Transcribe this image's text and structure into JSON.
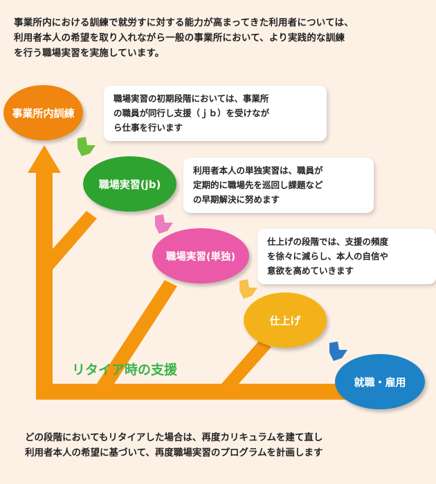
{
  "intro": {
    "lines": [
      "事業所内における訓練で就労すに対する能力が高まってきた利用者については、",
      "利用者本人の希望を取り入れながら一般の事業所において、より実践的な訓練",
      "を行う職場実習を実施しています。"
    ]
  },
  "stages": {
    "s1": "事業所内訓練",
    "s2": "職場実習(jb)",
    "s3": "職場実習(単独)",
    "s4": "仕上げ",
    "s5": "就職・雇用"
  },
  "bubbles": {
    "b1": [
      "職場実習の初期段階においては、事業所",
      "の職員が同行し支援（ｊｂ）を受けなが",
      "ら仕事を行います"
    ],
    "b2": [
      "利用者本人の単独実習は、職員が",
      "定期的に職場先を巡回し課題など",
      "の早期解決に努めます"
    ],
    "b3": [
      "仕上げの段階では、支援の頻度",
      "を徐々に減らし、本人の自信や",
      "意欲を高めていきます"
    ]
  },
  "retire_label": "リタイア時の支援",
  "footer": {
    "lines": [
      "どの段階においてもリタイアした場合は、再度カリキュラムを建て直し",
      "利用者本人の希望に基づいて、再度職場実習のプログラムを計画します"
    ]
  },
  "colors": {
    "orange": "#f5960f",
    "stage1": "#f0860f",
    "stage2": "#2ea32f",
    "stage3": "#ea5aa8",
    "stage4": "#f4b21a",
    "stage5": "#1d82c6",
    "arrow1": "#6cc13a",
    "arrow2": "#ec7cc0",
    "arrow3": "#f6c04a",
    "arrow4": "#2a78c6",
    "retire_text": "#35b54a"
  }
}
